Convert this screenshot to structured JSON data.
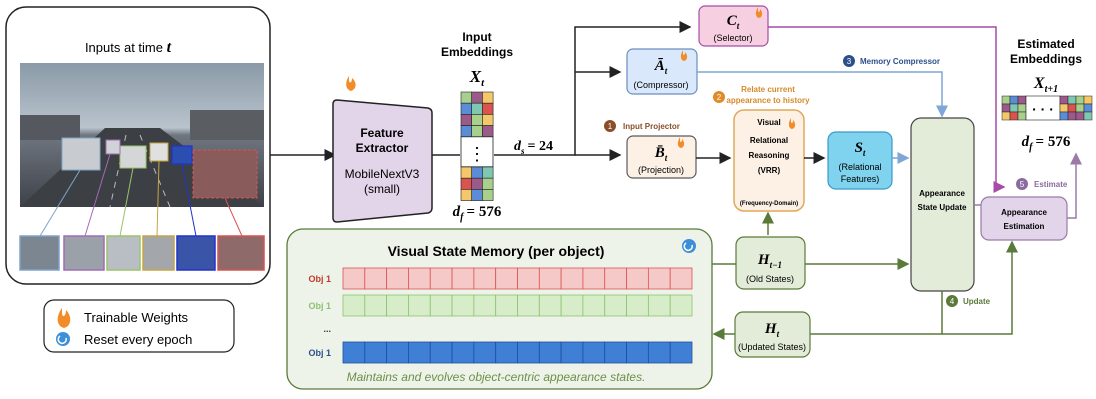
{
  "inputs": {
    "title": "Inputs at time",
    "title_var": "t"
  },
  "legend": {
    "trainable": "Trainable Weights",
    "reset": "Reset every epoch"
  },
  "feature_extractor": {
    "title_line1": "Feature",
    "title_line2": "Extractor",
    "model_line1": "MobileNextV3",
    "model_line2": "(small)"
  },
  "embeddings": {
    "title_line1": "Input",
    "title_line2": "Embeddings",
    "var": "X",
    "var_sub": "t",
    "dim_label": "d",
    "dim_sub": "f",
    "dim_value": "= 576",
    "dots": "⋮"
  },
  "ds_label": {
    "var": "d",
    "sub": "s",
    "value": "= 24"
  },
  "selector": {
    "var": "C",
    "sub": "t",
    "caption": "(Selector)"
  },
  "compressor": {
    "var": "Ā",
    "sub": "t",
    "caption": "(Compressor)"
  },
  "projection": {
    "var": "B̄",
    "sub": "t",
    "caption": "(Projection)"
  },
  "steps": {
    "s1": {
      "num": "1",
      "label": "Input Projector"
    },
    "s2": {
      "num": "2",
      "label_line1": "Relate current",
      "label_line2": "appearance to history"
    },
    "s3": {
      "num": "3",
      "label": "Memory Compressor"
    },
    "s4": {
      "num": "4",
      "label": "Update"
    },
    "s5": {
      "num": "5",
      "label": "Estimate"
    }
  },
  "vrr": {
    "line1": "Visual",
    "line2": "Relational",
    "line3": "Reasoning",
    "line4": "(VRR)",
    "line5": "(Frequency-Domain)"
  },
  "relational": {
    "var": "S",
    "sub": "t",
    "caption_line1": "(Relational",
    "caption_line2": "Features)"
  },
  "appearance_update": {
    "line1": "Appearance",
    "line2": "State Update"
  },
  "appearance_estimation": {
    "line1": "Appearance",
    "line2": "Estimation"
  },
  "estimated": {
    "title_line1": "Estimated",
    "title_line2": "Embeddings",
    "var": "X",
    "var_sub": "t+1",
    "dim_label": "d",
    "dim_sub": "f",
    "dim_value": "= 576",
    "dots": "· · ·"
  },
  "old_states": {
    "var": "H",
    "sub": "t−1",
    "caption": "(Old States)"
  },
  "updated_states": {
    "var": "H",
    "sub": "t",
    "caption": "(Updated States)"
  },
  "memory": {
    "title": "Visual State Memory (per object)",
    "caption": "Maintains and evolves object-centric appearance states.",
    "rows": [
      {
        "label": "Obj 1",
        "fill": "#f6c9c9",
        "stroke": "#d9534f",
        "label_color": "#c0392b"
      },
      {
        "label": "Obj 1",
        "fill": "#d7ecc8",
        "stroke": "#8cc26f",
        "label_color": "#8cc26f"
      },
      {
        "label": "...",
        "fill": "",
        "stroke": "",
        "label_color": "#333333"
      },
      {
        "label": "Obj 1",
        "fill": "#3f7fd6",
        "stroke": "#1f4f9c",
        "label_color": "#2c4f8a"
      }
    ]
  },
  "colors": {
    "purple_box": "#e2d4e9",
    "purple_stroke": "#9b7aa8",
    "pink_box": "#f6cfe0",
    "blue_box": "#dae8fc",
    "orange_box": "#fdf1e6",
    "orange_stroke": "#c78a4a",
    "cyan_box": "#7fd3ee",
    "green_box": "#e3ecd9",
    "green_stroke": "#5a7a3a",
    "memory_bg": "#eef3ea"
  }
}
